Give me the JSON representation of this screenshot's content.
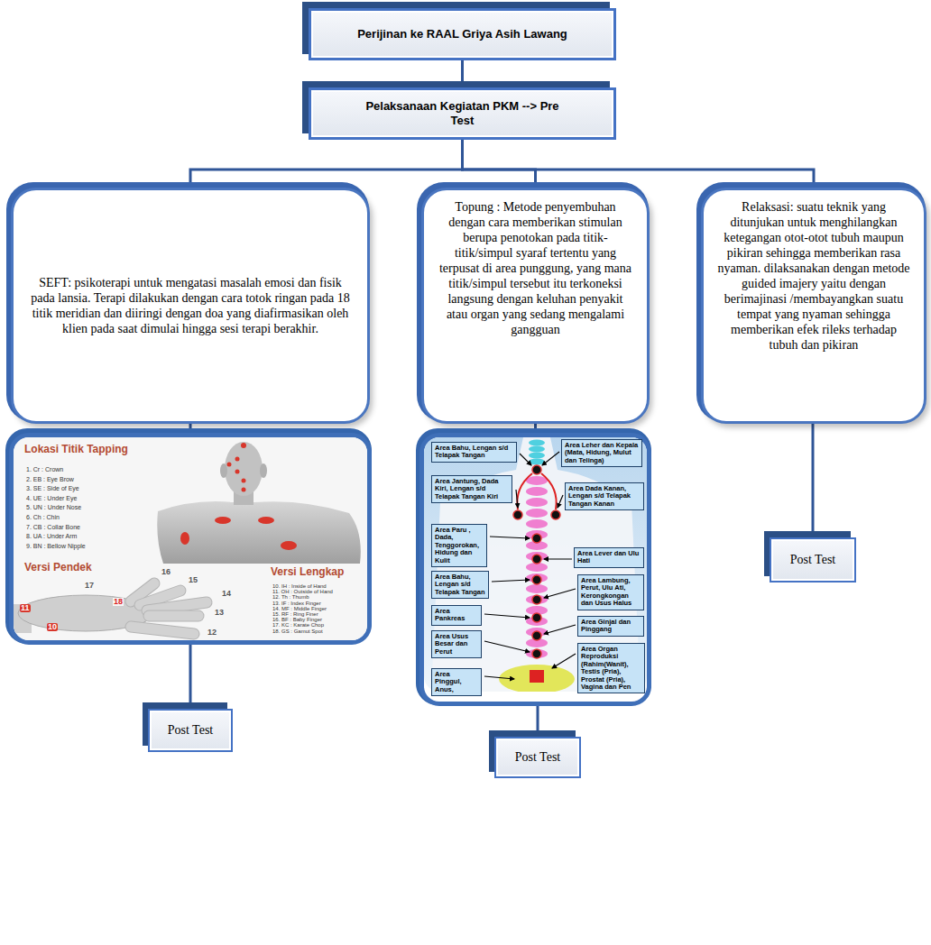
{
  "diagram": {
    "nodes": [
      {
        "text": [
          "Perijinan ke RAAL Griya Asih Lawang"
        ]
      },
      {
        "text": [
          "Pelaksanaan Kegiatan PKM --> Pre Test"
        ]
      },
      {
        "text": [
          "SEFT: psikoterapi untuk mengatasi masalah emosi dan fisik pada lansia. Terapi dilakukan dengan cara totok ringan pada 18 titik meridian dan diiringi dengan doa yang diafirmasikan oleh klien pada saat dimulai hingga sesi terapi berakhir."
        ]
      },
      {
        "text": [
          "Topung : Metode penyembuhan dengan cara memberikan stimulan berupa penotokan pada titik-titik/simpul syaraf tertentu yang terpusat di area punggung, yang mana titik/simpul tersebut itu terkoneksi langsung dengan keluhan penyakit atau organ yang sedang mengalami gangguan"
        ]
      },
      {
        "text": [
          "Relaksasi: suatu teknik yang ditunjukan untuk menghilangkan ketegangan otot-otot tubuh maupun pikiran sehingga memberikan rasa nyaman. dilaksanakan dengan metode guided imajery yaitu dengan berimajinasi /membayangkan suatu tempat yang nyaman sehingga memberikan efek rileks terhadap tubuh dan pikiran"
        ]
      },
      {
        "text": [
          "Lokasi Titik Tapping",
          "1. Cr : Crown",
          "2. EB : Eye Brow",
          "3. SE : Side of Eye",
          "4. UE : Under Eye",
          "5. UN : Under Nose",
          "6. Ch : Chin",
          "7. CB : Collar Bone",
          "8. UA : Under Arm",
          "9. BN : Bellow Nipple",
          "Versi Pendek",
          "Versi Lengkap",
          "10. IH : Inside of Hand",
          "11. OH : Outside of Hand",
          "12. Th : Thumb",
          "13. IF : Index Finger",
          "14. MF : Middle Finger",
          "15. RF : Ring Finer",
          "16. BF : Baby Finger",
          "17. KC : Karate Chop",
          "18. GS : Gamut Spot",
          "17",
          "16",
          "15",
          "14",
          "13",
          "18",
          "11",
          "10",
          "12"
        ]
      },
      {
        "text": []
      },
      {
        "text": [
          "Area Bahu, Lengan s/d Telapak Tangan"
        ],
        "in": 6
      },
      {
        "text": [
          "Area Leher dan Kepala (Mata, Hidung, Mulut dan Telinga)"
        ],
        "in": 6
      },
      {
        "text": [
          "Area Jantung, Dada Kiri, Lengan s/d Telapak Tangan Kiri"
        ],
        "in": 6
      },
      {
        "text": [
          "Area Dada Kanan, Lengan s/d Telapak Tangan Kanan"
        ],
        "in": 6
      },
      {
        "text": [
          "Area Paru , Dada, Tenggorokan, Hidung dan Kulit"
        ],
        "in": 6
      },
      {
        "text": [
          "Area Lever dan Ulu Hati"
        ],
        "in": 6
      },
      {
        "text": [
          "Area Bahu, Lengan s/d Telapak Tangan"
        ],
        "in": 6
      },
      {
        "text": [
          "Area Lambung, Perut, Ulu Ati, Kerongkongan dan Usus Halus"
        ],
        "in": 6
      },
      {
        "text": [
          "Area Pankreas"
        ],
        "in": 6
      },
      {
        "text": [
          "Area Ginjal dan Pinggang"
        ],
        "in": 6
      },
      {
        "text": [
          "Area Usus Besar dan Perut"
        ],
        "in": 6
      },
      {
        "text": [
          "Area Organ Reproduksi (Rahim(Wanit), Testis (Pria), Prostat (Pria), Vagina dan Pen"
        ],
        "in": 6
      },
      {
        "text": [
          "Area Pinggul, Anus,"
        ],
        "in": 6
      },
      {
        "text": [
          "Post Test"
        ]
      },
      {
        "text": [
          "Post Test"
        ]
      },
      {
        "text": [
          "Post Test"
        ]
      }
    ],
    "edges": [
      {
        "from": 0,
        "to": 1,
        "arrow": "none"
      },
      {
        "from": 1,
        "to": 2,
        "arrow": "none"
      },
      {
        "from": 1,
        "to": 3,
        "arrow": "none"
      },
      {
        "from": 1,
        "to": 4,
        "arrow": "none"
      },
      {
        "from": 2,
        "to": 5,
        "arrow": "none"
      },
      {
        "from": 3,
        "to": 6,
        "arrow": "none"
      },
      {
        "from": 4,
        "to": 20,
        "arrow": "none"
      },
      {
        "from": 5,
        "to": 21,
        "arrow": "none"
      },
      {
        "from": 6,
        "to": 22,
        "arrow": "none"
      }
    ]
  }
}
